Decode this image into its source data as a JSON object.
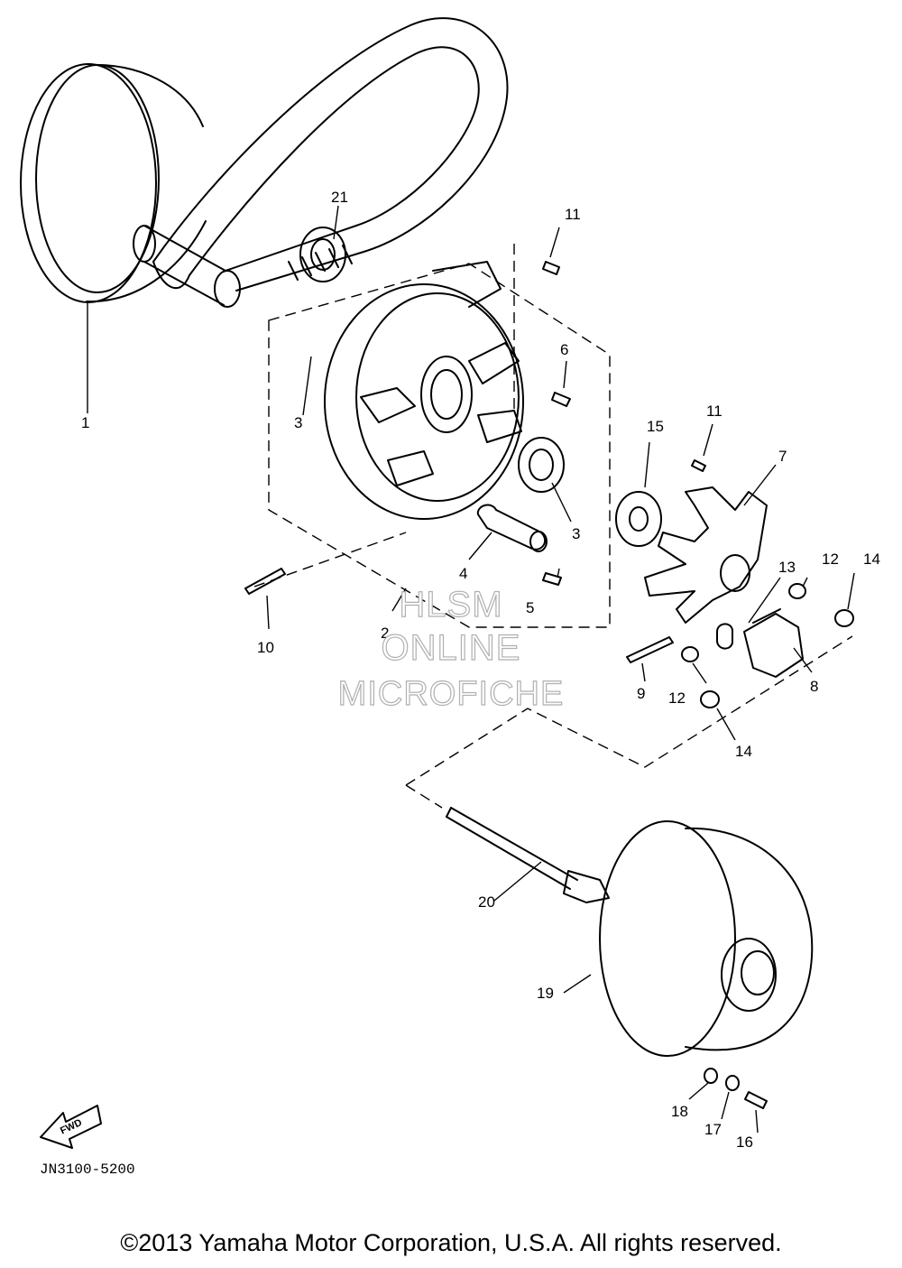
{
  "callouts": [
    {
      "id": "1",
      "text": "1"
    },
    {
      "id": "2",
      "text": "2"
    },
    {
      "id": "3a",
      "text": "3"
    },
    {
      "id": "3b",
      "text": "3"
    },
    {
      "id": "4",
      "text": "4"
    },
    {
      "id": "5",
      "text": "5"
    },
    {
      "id": "6",
      "text": "6"
    },
    {
      "id": "7",
      "text": "7"
    },
    {
      "id": "8",
      "text": "8"
    },
    {
      "id": "9",
      "text": "9"
    },
    {
      "id": "10",
      "text": "10"
    },
    {
      "id": "11a",
      "text": "11"
    },
    {
      "id": "11b",
      "text": "11"
    },
    {
      "id": "12a",
      "text": "12"
    },
    {
      "id": "12b",
      "text": "12"
    },
    {
      "id": "13",
      "text": "13"
    },
    {
      "id": "14a",
      "text": "14"
    },
    {
      "id": "14b",
      "text": "14"
    },
    {
      "id": "15",
      "text": "15"
    },
    {
      "id": "16",
      "text": "16"
    },
    {
      "id": "17",
      "text": "17"
    },
    {
      "id": "18",
      "text": "18"
    },
    {
      "id": "19",
      "text": "19"
    },
    {
      "id": "20",
      "text": "20"
    },
    {
      "id": "21",
      "text": "21"
    }
  ],
  "fwd_label": "FWD",
  "part_code": "JN3100-5200",
  "watermark": {
    "line1": "HLSM",
    "line2": "ONLINE",
    "line3": "MICROFICHE"
  },
  "copyright": "©2013 Yamaha Motor Corporation, U.S.A. All rights reserved."
}
